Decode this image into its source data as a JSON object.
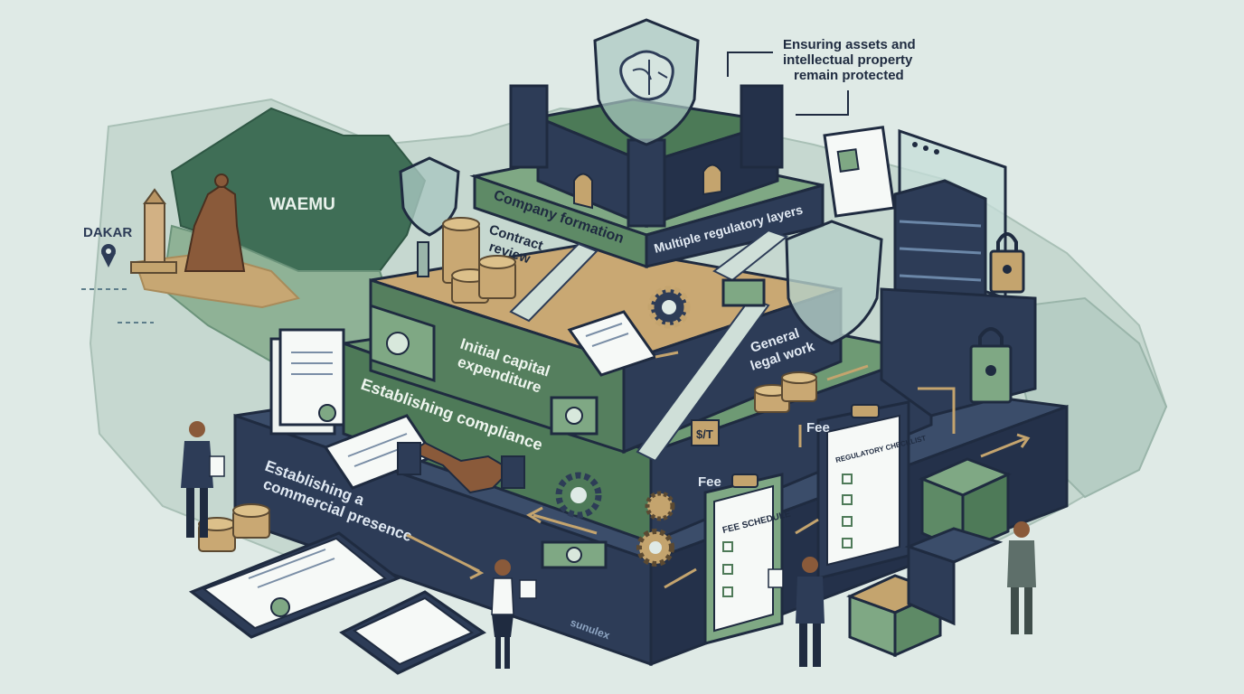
{
  "map": {
    "region_label": "WAEMU",
    "city_label": "DAKAR"
  },
  "callout": {
    "line1": "Ensuring assets and",
    "line2": "intellectual property",
    "line3": "remain protected"
  },
  "tiers": {
    "company_formation": "Company formation",
    "multiple_regulatory_layers": "Multiple regulatory layers",
    "contract_review_1": "Contract",
    "contract_review_2": "review",
    "initial_capital_1": "Initial capital",
    "initial_capital_2": "expenditure",
    "general_legal_1": "General",
    "general_legal_2": "legal work",
    "establishing_compliance": "Establishing compliance",
    "commercial_presence_1": "Establishing a",
    "commercial_presence_2": "commercial presence"
  },
  "fees": {
    "fee_left": "Fee",
    "fee_right": "Fee",
    "fee_schedule": "FEE SCHEDULE",
    "regulatory_checklist": "REGULATORY CHECKLIST",
    "currency_marker": "$/T"
  },
  "brand": {
    "name": "sunulex"
  },
  "colors": {
    "background": "#dfeae6",
    "navy": "#2d3c57",
    "dark_navy": "#1f2b40",
    "green": "#5e8a66",
    "light_green": "#a9c7a6",
    "tan": "#c4a46e",
    "gold": "#b8955a"
  },
  "icons": [
    "castle-icon",
    "brain-icon",
    "shield-icon",
    "gear-icon",
    "coin-stack-icon",
    "handshake-icon",
    "server-icon",
    "padlock-icon",
    "clipboard-icon",
    "document-icon",
    "banknote-icon",
    "monument-icon",
    "map-pin-icon",
    "arrow-icon",
    "box-icon",
    "person-icon"
  ]
}
